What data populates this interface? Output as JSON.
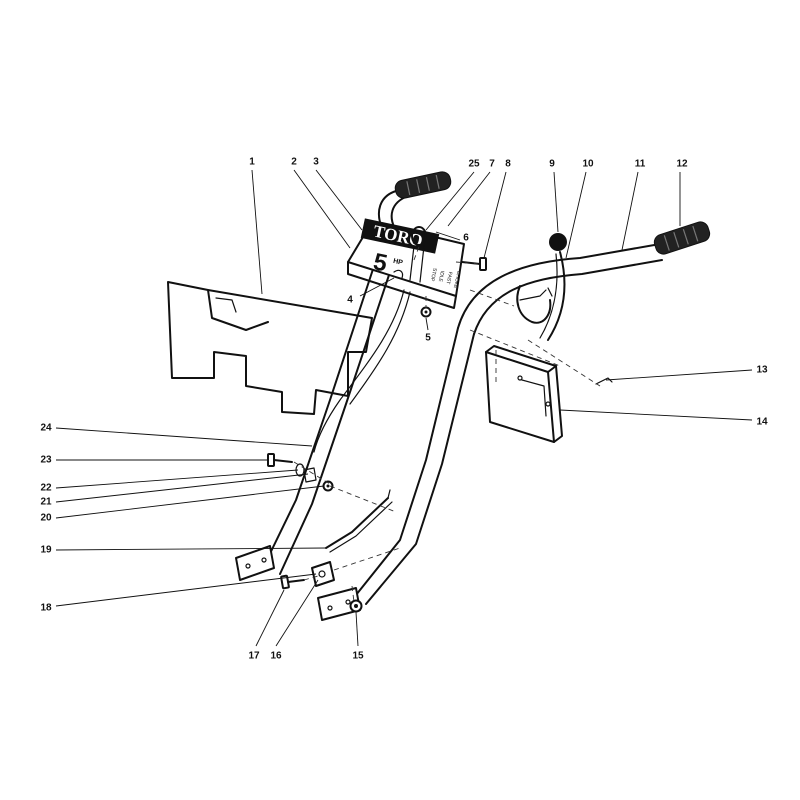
{
  "brand_plate": {
    "brand": "TORO",
    "power": "5",
    "power_unit": "HP",
    "labels": [
      "CHOKE",
      "FAST",
      "IDLE",
      "STOP"
    ]
  },
  "callouts": [
    "1",
    "2",
    "3",
    "4",
    "5",
    "6",
    "7",
    "8",
    "9",
    "10",
    "11",
    "12",
    "13",
    "14",
    "15",
    "16",
    "17",
    "18",
    "19",
    "20",
    "21",
    "22",
    "23",
    "24",
    "25"
  ]
}
